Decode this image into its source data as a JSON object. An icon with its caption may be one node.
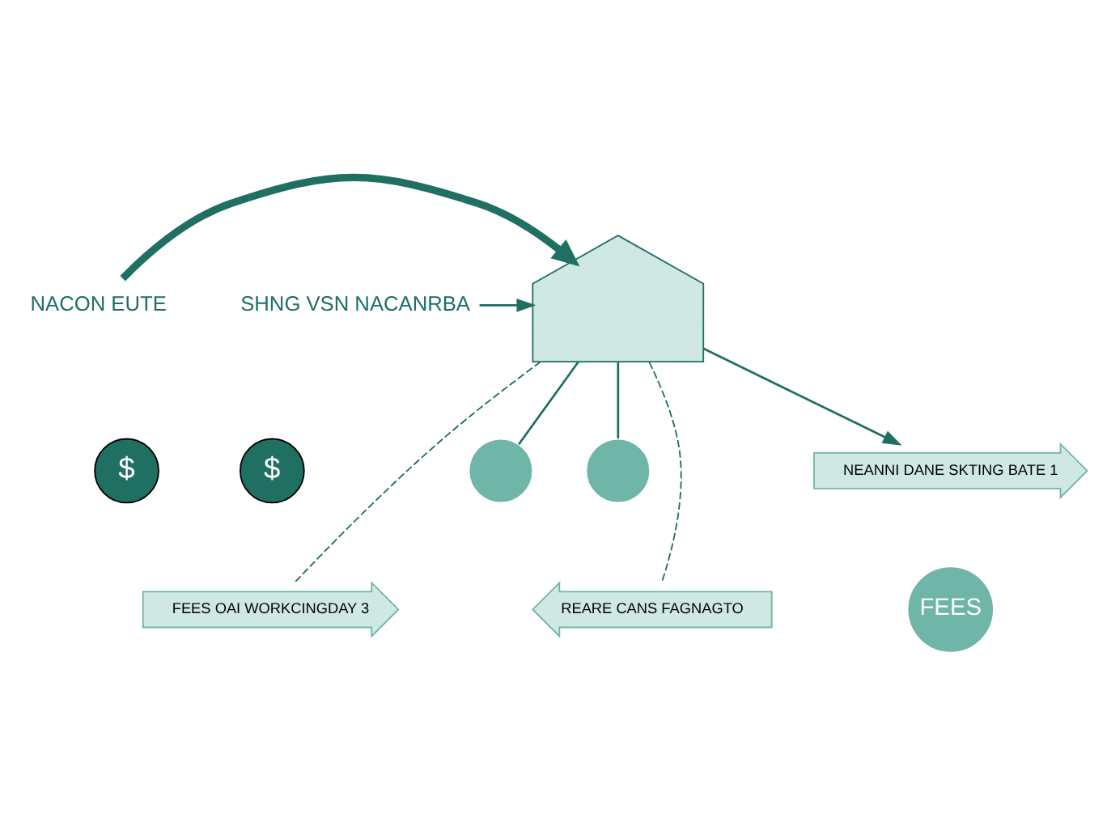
{
  "diagram": {
    "nodes": [
      {
        "text": [],
        "shape": "picture"
      },
      {
        "text": [
          "SHNG VSN NACANRBA"
        ]
      },
      {
        "text": [
          "NACON EUTE"
        ]
      },
      {
        "text": [
          "$"
        ]
      },
      {
        "text": [
          "$"
        ]
      },
      {
        "text": [
          "REARE CANS FAGNAGTO"
        ]
      },
      {
        "text": [
          "FEES OAI WORKCINGDAY 3"
        ]
      },
      {
        "text": [
          "NEANNI DANE SKTING BATE 1"
        ]
      },
      {
        "text": [],
        "shape": "circle"
      },
      {
        "text": [],
        "shape": "circle"
      },
      {
        "text": [
          "FEES"
        ]
      }
    ],
    "edges": [
      {
        "from": 1,
        "to": 0,
        "arrow": "to"
      },
      {
        "from": 2,
        "to": 0,
        "arrow": "to",
        "style": "thick"
      },
      {
        "from": 0,
        "to": 5,
        "arrow": "none",
        "style": "dashed"
      },
      {
        "from": 0,
        "to": 6,
        "arrow": "none",
        "style": "dashed"
      },
      {
        "from": 0,
        "to": 7,
        "arrow": "to"
      },
      {
        "from": 0,
        "to": 8,
        "arrow": "none"
      },
      {
        "from": 0,
        "to": 9,
        "arrow": "none"
      }
    ]
  }
}
